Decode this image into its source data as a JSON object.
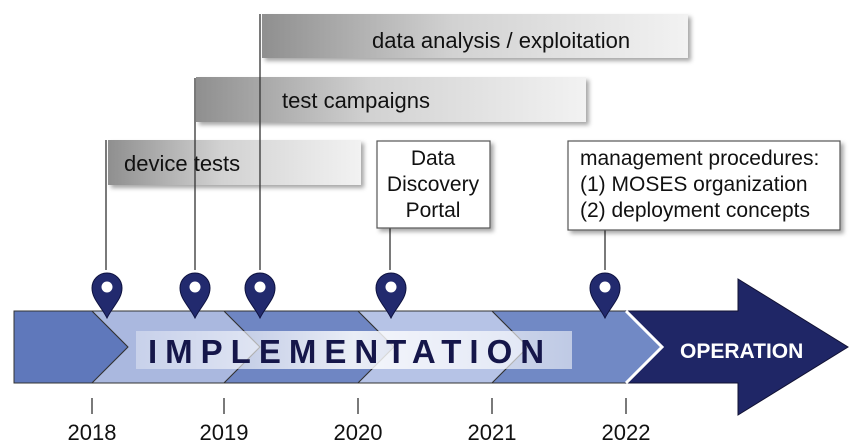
{
  "activities": [
    {
      "label": "data analysis / exploitation"
    },
    {
      "label": "test campaigns"
    },
    {
      "label": "device tests"
    }
  ],
  "milestones": {
    "portal": {
      "lines": [
        "Data",
        "Discovery",
        "Portal"
      ]
    },
    "management": {
      "lines": [
        "management procedures:",
        "(1) MOSES organization",
        "(2) deployment concepts"
      ]
    }
  },
  "phases": {
    "implementation": "IMPLEMENTATION",
    "operation": "OPERATION"
  },
  "years": [
    "2018",
    "2019",
    "2020",
    "2021",
    "2022"
  ],
  "colors": {
    "operation_arrow": "#1f2666",
    "timeline_blue": "#6f86c2",
    "pin": "#222a6e",
    "activity_bar": "#cdcdcd"
  }
}
